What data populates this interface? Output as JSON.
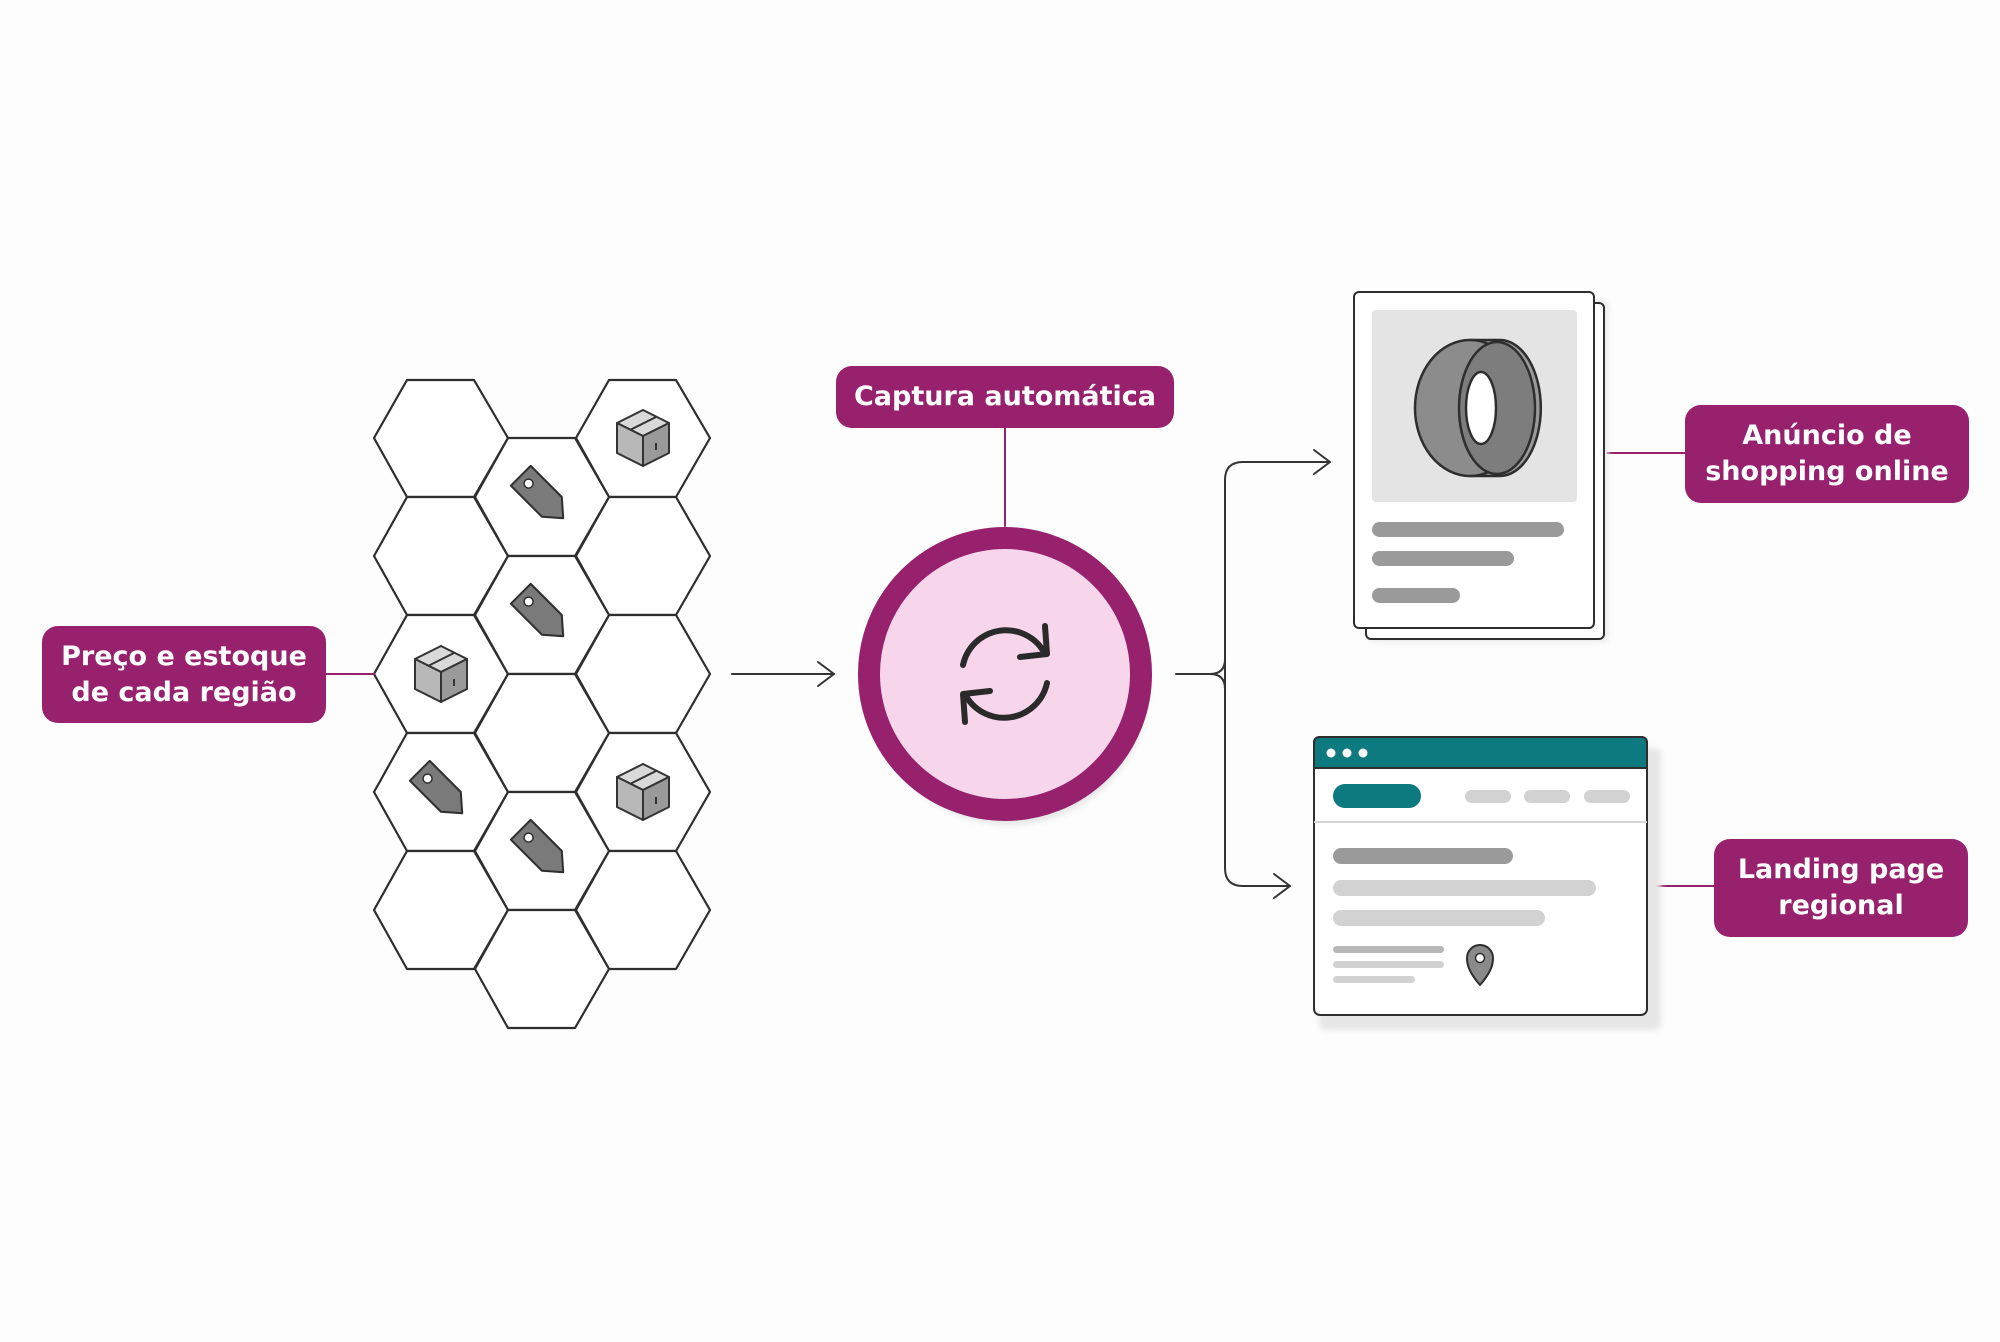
{
  "labels": {
    "region": [
      "Preço e estoque",
      "de cada região"
    ],
    "capture": "Captura automática",
    "shopping": [
      "Anúncio de",
      "shopping online"
    ],
    "landing": [
      "Landing page",
      "regional"
    ]
  },
  "icons": {
    "hex_grid": [
      "box-icon",
      "tag-icon",
      "tag-icon",
      "box-icon",
      "tag-icon",
      "box-icon",
      "tag-icon"
    ],
    "center": "refresh-icon",
    "product_card": "tire-icon",
    "landing_page": "map-pin-icon"
  },
  "colors": {
    "accent": "#97216d",
    "accent_light": "#f7d6ec",
    "browser_bar": "#0d7a80",
    "line": "#333333",
    "icon_gray": "#7a7a7a"
  }
}
